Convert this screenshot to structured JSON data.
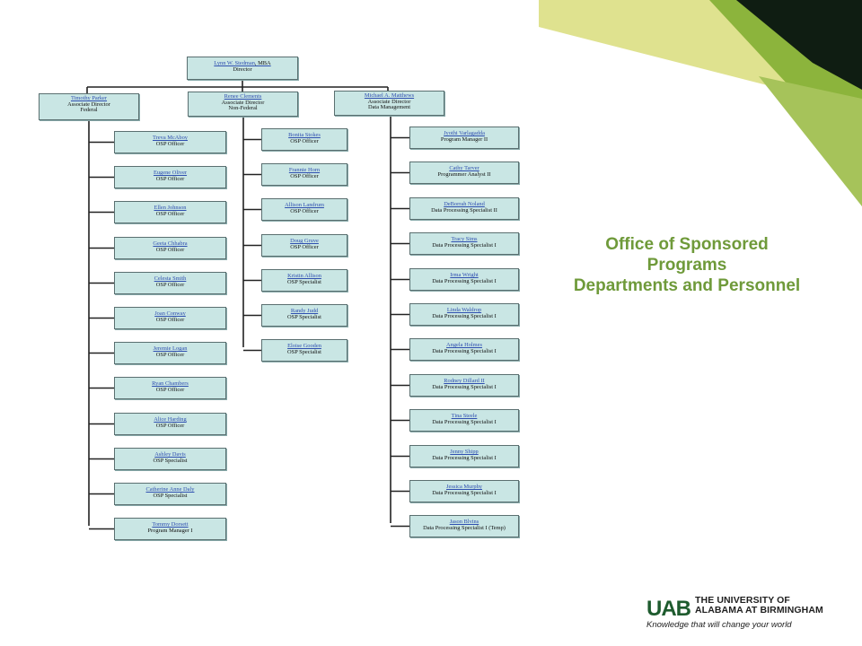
{
  "title": {
    "line1": "Office of Sponsored",
    "line2": "Programs",
    "line3": "Departments and Personnel"
  },
  "director": {
    "name": "Lynn W. Stedman",
    "suffix": ", MBA",
    "title": "Director"
  },
  "associates": [
    {
      "name": "Timothy Parker",
      "title": "Associate Director",
      "subtitle": "Federal"
    },
    {
      "name": "Renee Clements",
      "title": "Associate Director",
      "subtitle": "Non-Federal"
    },
    {
      "name": "Michael A. Matthews",
      "title": "Associate Director",
      "subtitle": "Data Management"
    }
  ],
  "federal": [
    {
      "name": "Treva McAboy",
      "title": "OSP Officer"
    },
    {
      "name": "Eugene Oliver",
      "title": "OSP Officer"
    },
    {
      "name": "Ellen Johnson",
      "title": "OSP Officer"
    },
    {
      "name": "Geeta Chhabra",
      "title": "OSP Officer"
    },
    {
      "name": "Celesta Smith",
      "title": "OSP Officer"
    },
    {
      "name": "Joan Conway",
      "title": "OSP Officer"
    },
    {
      "name": "Jeremie Logan",
      "title": "OSP Officer"
    },
    {
      "name": "Ryan Chambers",
      "title": "OSP Officer"
    },
    {
      "name": "Alice Harding",
      "title": "OSP Officer"
    },
    {
      "name": "Ashley Davis",
      "title": "OSP Specialist"
    },
    {
      "name": "Catherine Anne Daly",
      "title": "OSP Specialist"
    },
    {
      "name": "Tommy Dorsett",
      "title": "Program Manager I"
    }
  ],
  "nonfederal": [
    {
      "name": "Bonita Stokes",
      "title": "OSP Officer"
    },
    {
      "name": "Frannie Horn",
      "title": "OSP Officer"
    },
    {
      "name": "Allison Landrum",
      "title": "OSP Officer"
    },
    {
      "name": "Doug Gruve",
      "title": "OSP Officer"
    },
    {
      "name": "Kristin Allison",
      "title": "OSP Specialist"
    },
    {
      "name": "Randy Judd",
      "title": "OSP Specialist"
    },
    {
      "name": "Eloise Gooden",
      "title": "OSP Specialist"
    }
  ],
  "datamgmt": [
    {
      "name": "Jyothi Varlagadda",
      "title": "Program Manager II"
    },
    {
      "name": "Cathy Tarver",
      "title": "Programmer Analyst II"
    },
    {
      "name": "DeBorrah Noland",
      "title": "Data Processing Specialist II"
    },
    {
      "name": "Tracy Sims",
      "title": "Data Processing Specialist I"
    },
    {
      "name": "Irma Wright",
      "title": "Data Processing Specialist I"
    },
    {
      "name": "Linda Waldrop",
      "title": "Data Processing Specialist I"
    },
    {
      "name": "Angela Holmes",
      "title": "Data Processing Specialist I"
    },
    {
      "name": "Rodney Dillard II",
      "title": "Data Processing Specialist I"
    },
    {
      "name": "Tina Steele",
      "title": "Data Processing Specialist I"
    },
    {
      "name": "Jenny Shipp",
      "title": "Data Processing Specialist I"
    },
    {
      "name": "Jessica Murphy",
      "title": "Data Processing Specialist I"
    },
    {
      "name": "Jason Blvins",
      "title": "Data Processing Specialist I (Temp)"
    }
  ],
  "logo": {
    "mark": "UAB",
    "line1": "THE UNIVERSITY OF",
    "line2": "ALABAMA AT BIRMINGHAM",
    "tagline": "Knowledge that will change your world"
  },
  "colors": {
    "box": "#c9e6e4",
    "title": "#6f9a3a",
    "green": "#8cb43c",
    "yellow": "#dfe28f",
    "dark": "#0f1d12"
  }
}
